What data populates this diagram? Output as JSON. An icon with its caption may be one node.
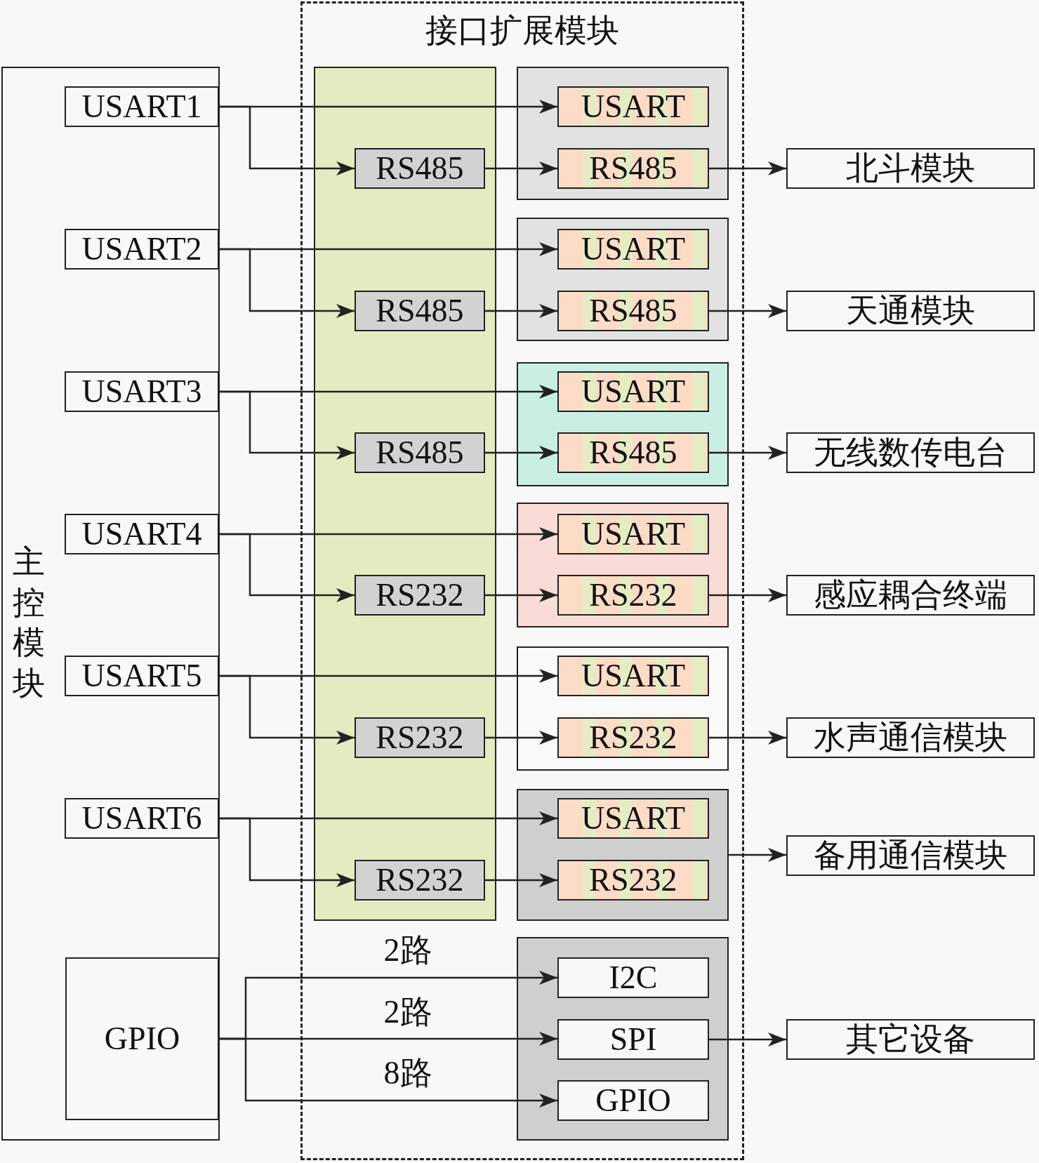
{
  "diagram": {
    "nodes": [
      {
        "text": [
          "主控模块"
        ]
      },
      {
        "text": [
          "USART1"
        ],
        "in": 0
      },
      {
        "text": [
          "USART2"
        ],
        "in": 0
      },
      {
        "text": [
          "USART3"
        ],
        "in": 0
      },
      {
        "text": [
          "USART4"
        ],
        "in": 0
      },
      {
        "text": [
          "USART5"
        ],
        "in": 0
      },
      {
        "text": [
          "USART6"
        ],
        "in": 0
      },
      {
        "text": [
          "GPIO"
        ],
        "in": 0
      },
      {
        "text": [
          "接口扩展模块"
        ]
      },
      {
        "text": [],
        "shape": "box",
        "in": 8
      },
      {
        "text": [
          "RS485"
        ],
        "in": 9
      },
      {
        "text": [
          "RS485"
        ],
        "in": 9
      },
      {
        "text": [
          "RS485"
        ],
        "in": 9
      },
      {
        "text": [
          "RS232"
        ],
        "in": 9
      },
      {
        "text": [
          "RS232"
        ],
        "in": 9
      },
      {
        "text": [
          "RS232"
        ],
        "in": 9
      },
      {
        "text": [],
        "shape": "box",
        "in": 8
      },
      {
        "text": [
          "USART"
        ],
        "in": 16
      },
      {
        "text": [
          "RS485"
        ],
        "in": 16
      },
      {
        "text": [],
        "shape": "box",
        "in": 8
      },
      {
        "text": [
          "USART"
        ],
        "in": 19
      },
      {
        "text": [
          "RS485"
        ],
        "in": 19
      },
      {
        "text": [],
        "shape": "box",
        "in": 8
      },
      {
        "text": [
          "USART"
        ],
        "in": 22
      },
      {
        "text": [
          "RS485"
        ],
        "in": 22
      },
      {
        "text": [],
        "shape": "box",
        "in": 8
      },
      {
        "text": [
          "USART"
        ],
        "in": 25
      },
      {
        "text": [
          "RS232"
        ],
        "in": 25
      },
      {
        "text": [],
        "shape": "box",
        "in": 8
      },
      {
        "text": [
          "USART"
        ],
        "in": 28
      },
      {
        "text": [
          "RS232"
        ],
        "in": 28
      },
      {
        "text": [],
        "shape": "box",
        "in": 8
      },
      {
        "text": [
          "USART"
        ],
        "in": 31
      },
      {
        "text": [
          "RS232"
        ],
        "in": 31
      },
      {
        "text": [],
        "shape": "box",
        "in": 8
      },
      {
        "text": [
          "I2C"
        ],
        "in": 34
      },
      {
        "text": [
          "SPI"
        ],
        "in": 34
      },
      {
        "text": [
          "GPIO"
        ],
        "in": 34
      },
      {
        "text": [
          "北斗模块"
        ]
      },
      {
        "text": [
          "天通模块"
        ]
      },
      {
        "text": [
          "无线数传电台"
        ]
      },
      {
        "text": [
          "感应耦合终端"
        ]
      },
      {
        "text": [
          "水声通信模块"
        ]
      },
      {
        "text": [
          "备用通信模块"
        ]
      },
      {
        "text": [
          "其它设备"
        ]
      }
    ],
    "edges": [
      {
        "from": 1,
        "to": 17,
        "arrow": "to"
      },
      {
        "from": 1,
        "to": 10,
        "arrow": "to"
      },
      {
        "from": 10,
        "to": 18,
        "arrow": "to"
      },
      {
        "from": 18,
        "to": 38,
        "arrow": "to"
      },
      {
        "from": 2,
        "to": 20,
        "arrow": "to"
      },
      {
        "from": 2,
        "to": 11,
        "arrow": "to"
      },
      {
        "from": 11,
        "to": 21,
        "arrow": "to"
      },
      {
        "from": 21,
        "to": 39,
        "arrow": "to"
      },
      {
        "from": 3,
        "to": 23,
        "arrow": "to"
      },
      {
        "from": 3,
        "to": 12,
        "arrow": "to"
      },
      {
        "from": 12,
        "to": 24,
        "arrow": "to"
      },
      {
        "from": 24,
        "to": 40,
        "arrow": "to"
      },
      {
        "from": 4,
        "to": 26,
        "arrow": "to"
      },
      {
        "from": 4,
        "to": 13,
        "arrow": "to"
      },
      {
        "from": 13,
        "to": 27,
        "arrow": "to"
      },
      {
        "from": 27,
        "to": 41,
        "arrow": "to"
      },
      {
        "from": 5,
        "to": 29,
        "arrow": "to"
      },
      {
        "from": 5,
        "to": 14,
        "arrow": "to"
      },
      {
        "from": 14,
        "to": 30,
        "arrow": "to"
      },
      {
        "from": 30,
        "to": 42,
        "arrow": "to"
      },
      {
        "from": 6,
        "to": 32,
        "arrow": "to"
      },
      {
        "from": 6,
        "to": 15,
        "arrow": "to"
      },
      {
        "from": 15,
        "to": 33,
        "arrow": "to"
      },
      {
        "from": 31,
        "to": 43,
        "arrow": "to"
      },
      {
        "from": 7,
        "to": 35,
        "arrow": "to",
        "label": "2路"
      },
      {
        "from": 7,
        "to": 36,
        "arrow": "to",
        "label": "2路"
      },
      {
        "from": 7,
        "to": 37,
        "arrow": "to",
        "label": "8路"
      },
      {
        "from": 36,
        "to": 44,
        "arrow": "to"
      }
    ]
  }
}
